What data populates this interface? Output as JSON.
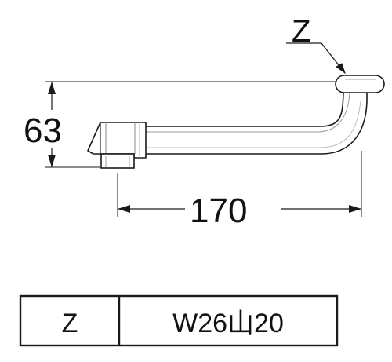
{
  "callout": {
    "label": "Z"
  },
  "dimensions": {
    "height": "63",
    "length": "170"
  },
  "spec_table": {
    "rows": [
      {
        "key": "Z",
        "value": "W26山20"
      }
    ]
  }
}
